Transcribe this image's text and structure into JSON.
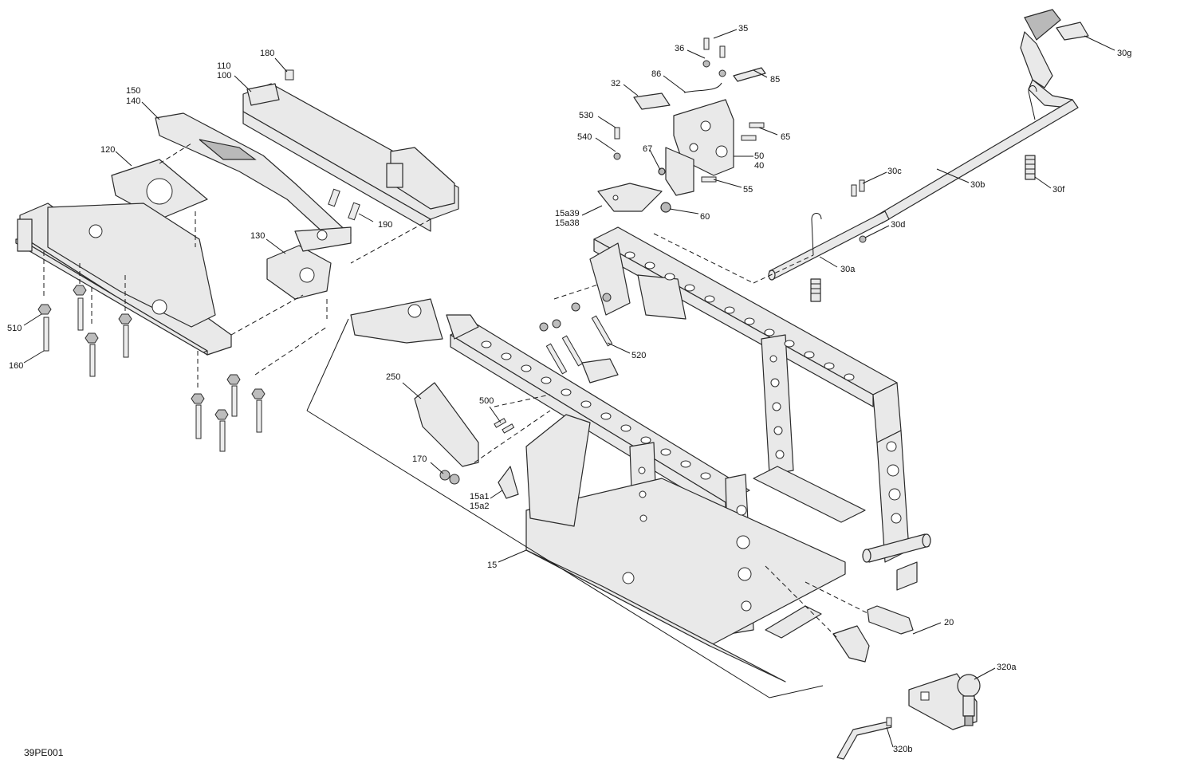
{
  "diagram": {
    "reference_code": "39PE001",
    "callouts": [
      "180",
      "110",
      "100",
      "150",
      "140",
      "120",
      "190",
      "130",
      "510",
      "160",
      "35",
      "36",
      "86",
      "85",
      "32",
      "530",
      "540",
      "65",
      "67",
      "50",
      "40",
      "55",
      "15a39",
      "15a38",
      "60",
      "30g",
      "30c",
      "30b",
      "30f",
      "30d",
      "30a",
      "520",
      "250",
      "500",
      "170",
      "15a1",
      "15a2",
      "15",
      "20",
      "320a",
      "320b"
    ]
  }
}
